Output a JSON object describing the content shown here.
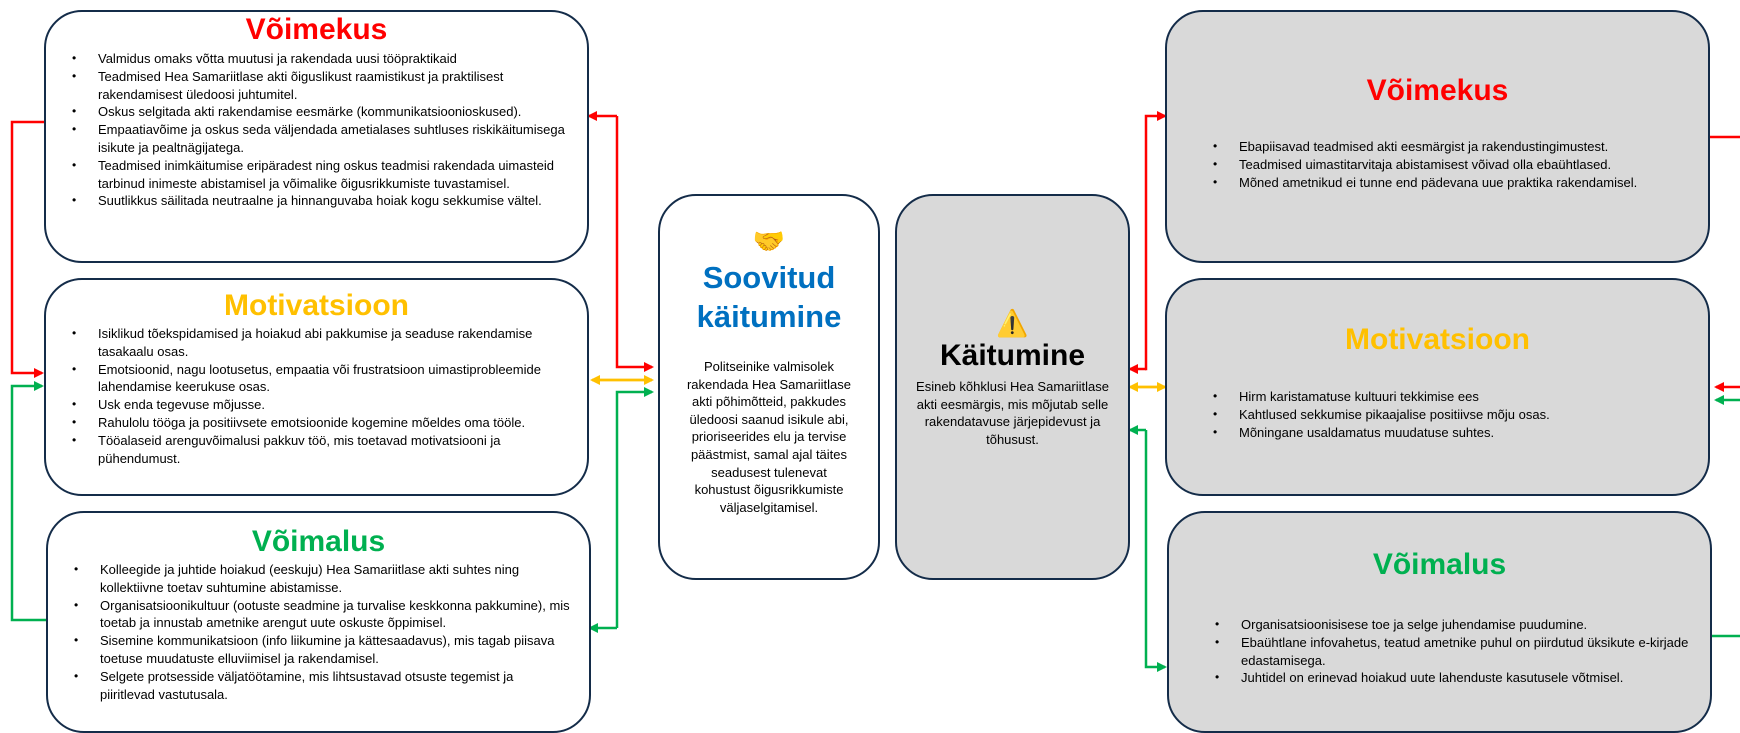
{
  "left": {
    "capability": {
      "title": "Võimekus",
      "items": [
        "Valmidus omaks võtta muutusi ja rakendada uusi tööpraktikaid",
        "Teadmised Hea Samariitlase akti õiguslikust raamistikust ja praktilisest rakendamisest üledoosi juhtumitel.",
        "Oskus selgitada akti rakendamise eesmärke (kommunikatsioonioskused).",
        "Empaatiavõime ja oskus seda väljendada ametialases suhtluses riskikäitumisega isikute ja pealtnägijatega.",
        "Teadmised inimkäitumise eripäradest ning oskus teadmisi rakendada uimasteid tarbinud inimeste abistamisel ja võimalike õigusrikkumiste tuvastamisel.",
        "Suutlikkus säilitada neutraalne ja hinnanguvaba hoiak kogu sekkumise vältel."
      ]
    },
    "motivation": {
      "title": "Motivatsioon",
      "items": [
        "Isiklikud tõekspidamised ja hoiakud abi pakkumise ja seaduse rakendamise tasakaalu osas.",
        "Emotsioonid, nagu lootusetus, empaatia või frustratsioon uimastiprobleemide lahendamise keerukuse osas.",
        "Usk enda tegevuse mõjusse.",
        "Rahulolu tööga ja positiivsete emotsioonide kogemine mõeldes oma tööle.",
        "Tööalaseid arenguvõimalusi pakkuv töö, mis toetavad motivatsiooni ja pühendumust."
      ]
    },
    "opportunity": {
      "title": "Võimalus",
      "items": [
        "Kolleegide ja juhtide hoiakud (eeskuju) Hea Samariitlase akti suhtes ning kollektiivne toetav suhtumine abistamisse.",
        "Organisatsioonikultuur (ootuste seadmine ja turvalise keskkonna pakkumine), mis toetab ja innustab ametnike arengut uute oskuste õppimisel.",
        "Sisemine kommunikatsioon (info liikumine ja kättesaadavus), mis tagab piisava toetuse muudatuste elluviimisel ja rakendamisel.",
        "Selgete protsesside väljatöötamine, mis lihtsustavad otsuste tegemist ja piiritlevad vastutusala."
      ]
    }
  },
  "desired": {
    "emoji": "🤝",
    "title_line1": "Soovitud",
    "title_line2": "käitumine",
    "text": "Politseinike valmisolek rakendada Hea Samariitlase akti põhimõtteid, pakkudes üledoosi saanud isikule abi, prioriseerides elu ja tervise päästmist, samal ajal täites seadusest tulenevat kohustust õigusrikkumiste väljaselgitamisel."
  },
  "behaviour": {
    "emoji": "⚠️",
    "title": "Käitumine",
    "text": "Esineb kõhklusi Hea Samariitlase akti eesmärgis, mis mõjutab selle rakendatavuse järjepidevust ja  tõhusust."
  },
  "right": {
    "capability": {
      "title": "Võimekus",
      "items": [
        "Ebapiisavad teadmised akti eesmärgist ja rakendustingimustest.",
        "Teadmised uimastitarvitaja abistamisest võivad olla ebaühtlased.",
        "Mõned ametnikud ei tunne end pädevana uue praktika rakendamisel."
      ]
    },
    "motivation": {
      "title": "Motivatsioon",
      "items": [
        "Hirm karistamatuse kultuuri tekkimise ees",
        "Kahtlused sekkumise pikaajalise positiivse mõju osas.",
        "Mõningane usaldamatus muudatuse suhtes."
      ]
    },
    "opportunity": {
      "title": "Võimalus",
      "items": [
        "Organisatsioonisisese toe ja selge juhendamise puudumine.",
        "Ebaühtlane infovahetus, teatud ametnike puhul on piirdutud üksikute e-kirjade edastamisega.",
        "Juhtidel on erinevad hoiakud uute lahenduste kasutusele võtmisel."
      ]
    }
  },
  "colors": {
    "capability": "#ff0000",
    "motivation": "#ffc000",
    "opportunity": "#00b050",
    "desired_title": "#0070c0",
    "box_border": "#142c49",
    "grey_fill": "#d9d9d9"
  }
}
